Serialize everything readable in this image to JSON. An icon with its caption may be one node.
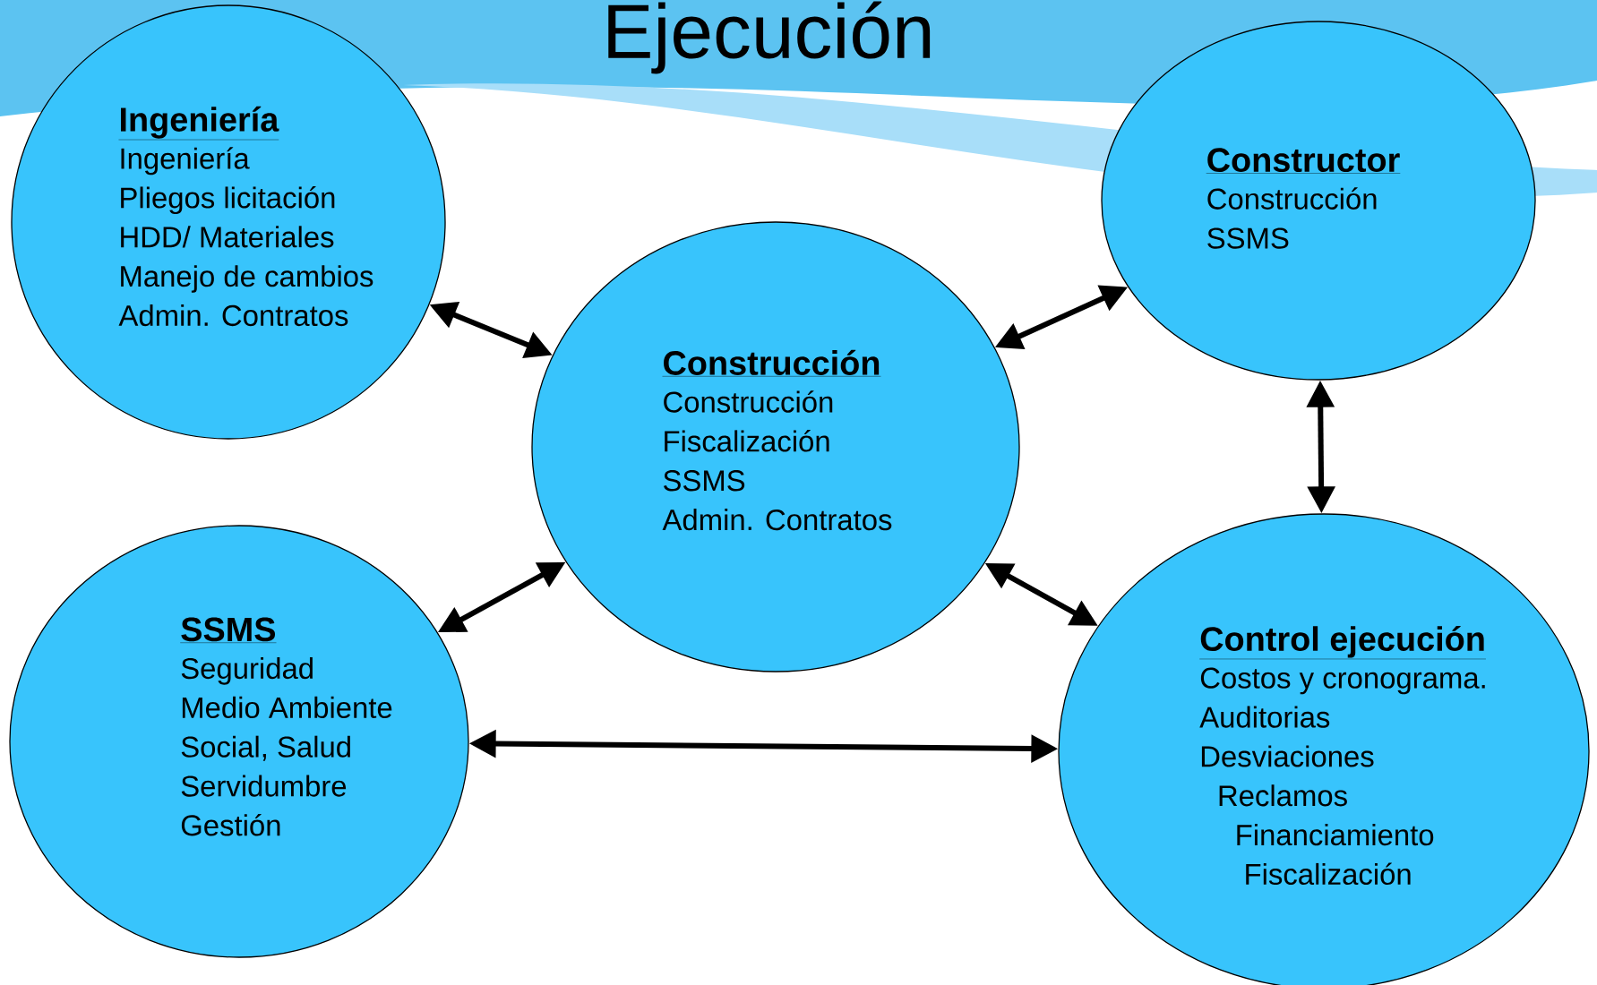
{
  "diagram": {
    "title": "Ejecución",
    "nodes": [
      {
        "text": [
          "Ingeniería",
          "Ingeniería",
          "Pliegos licitación",
          "HDD/ Materiales",
          "Manejo de cambios",
          "Admin. Contratos"
        ]
      },
      {
        "text": [
          "Constructor",
          "Construcción",
          "SSMS"
        ]
      },
      {
        "text": [
          "Construcción",
          "Construcción",
          "Fiscalización",
          "SSMS",
          "Admin. Contratos"
        ]
      },
      {
        "text": [
          "SSMS",
          "Seguridad",
          "Medio Ambiente",
          "Social, Salud",
          "Servidumbre",
          "Gestión"
        ]
      },
      {
        "text": [
          "Control ejecución",
          "Costos y cronograma.",
          "Auditorias",
          "Desviaciones",
          "Reclamos",
          "Financiamiento",
          "Fiscalización"
        ]
      }
    ],
    "edges": [
      {
        "from": 0,
        "to": 2,
        "arrow": "both"
      },
      {
        "from": 2,
        "to": 1,
        "arrow": "both"
      },
      {
        "from": 1,
        "to": 4,
        "arrow": "both"
      },
      {
        "from": 2,
        "to": 3,
        "arrow": "both"
      },
      {
        "from": 2,
        "to": 4,
        "arrow": "both"
      },
      {
        "from": 3,
        "to": 4,
        "arrow": "both"
      }
    ]
  }
}
